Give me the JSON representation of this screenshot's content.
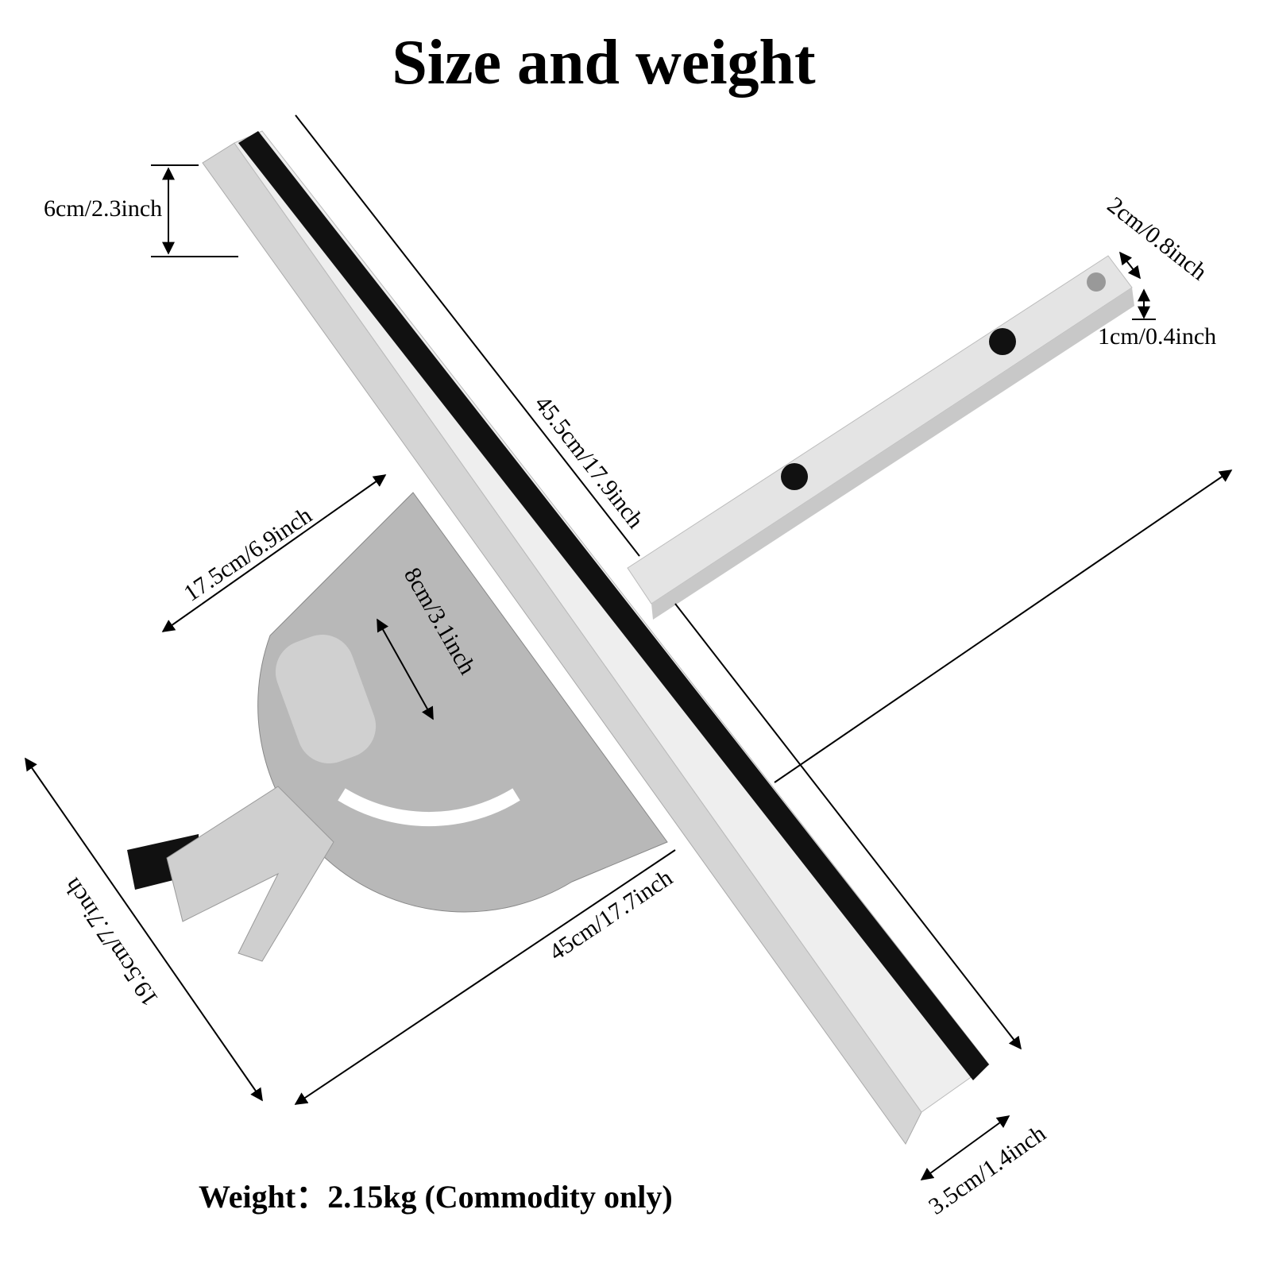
{
  "title": "Size and weight",
  "dimensions": {
    "fence_height": "6cm/2.3inch",
    "fence_length": "45.5cm/17.9inch",
    "bar_width": "2cm/0.8inch",
    "bar_thickness": "1cm/0.4inch",
    "protractor_width": "17.5cm/6.9inch",
    "slot_length": "8cm/3.1inch",
    "bar_length": "45cm/17.7inch",
    "depth": "19.5cm/7.7inch",
    "fence_width": "3.5cm/1.4inch"
  },
  "weight": "Weight：2.15kg (Commodity only)",
  "colors": {
    "fence_black": "#111111",
    "aluminum": "#d8d8d8",
    "steel": "#b5b5b5"
  }
}
